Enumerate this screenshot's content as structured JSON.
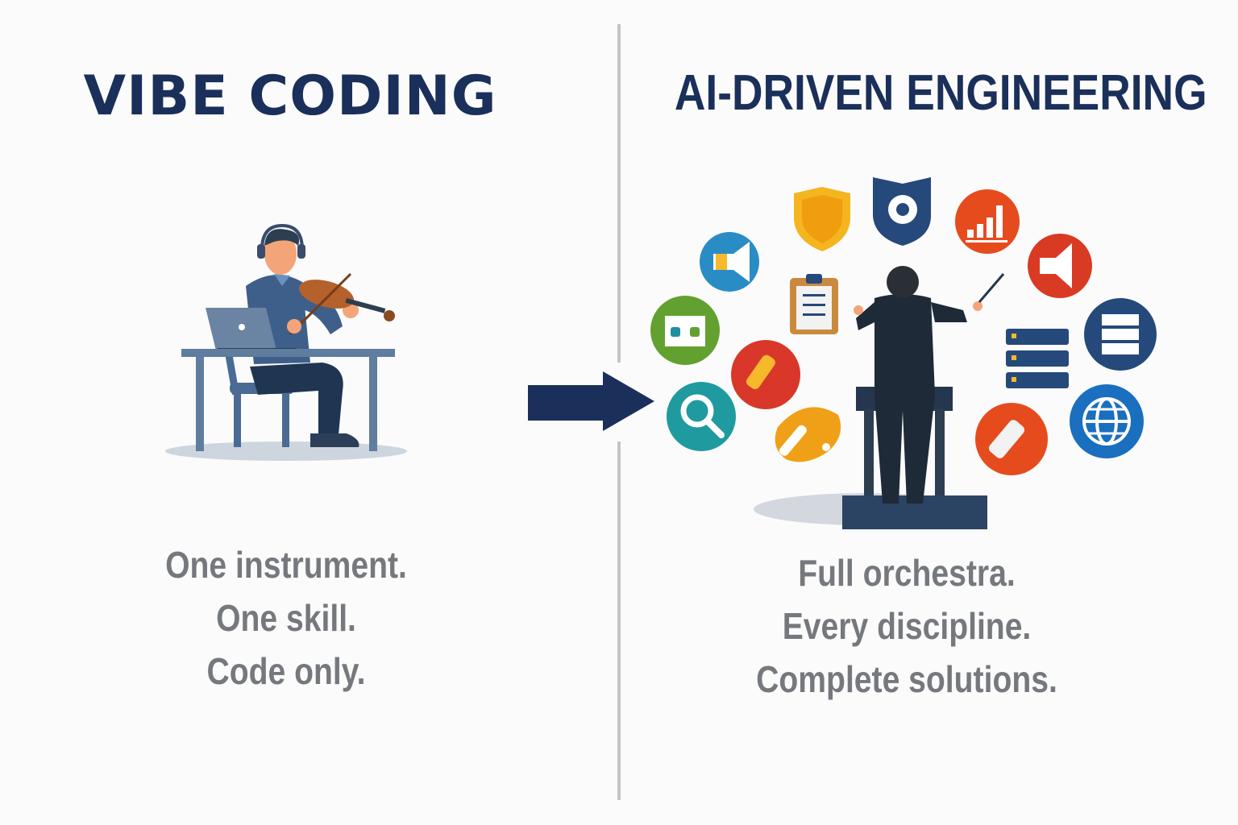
{
  "left_panel": {
    "title": "VIBE CODING",
    "illustration": "developer-playing-violin-at-laptop",
    "tagline": [
      "One instrument.",
      "One skill.",
      "Code only."
    ]
  },
  "right_panel": {
    "title": "AI-DRIVEN ENGINEERING",
    "illustration": "conductor-with-orchestra-of-discipline-icons",
    "icons": [
      "megaphone-icon",
      "shield-icon",
      "gear-shield-icon",
      "bar-chart-icon",
      "megaphone-icon",
      "clipboard-icon",
      "calendar-icon",
      "pencil-icon",
      "server-icon",
      "list-icon",
      "search-icon",
      "paint-palette-icon",
      "pen-icon",
      "globe-icon"
    ],
    "tagline": [
      "Full orchestra.",
      "Every discipline.",
      "Complete solutions."
    ]
  },
  "colors": {
    "title": "#1a2f5a",
    "tagline": "#75797e",
    "arrow": "#1a2f5a",
    "divider": "#c3c5c8"
  }
}
